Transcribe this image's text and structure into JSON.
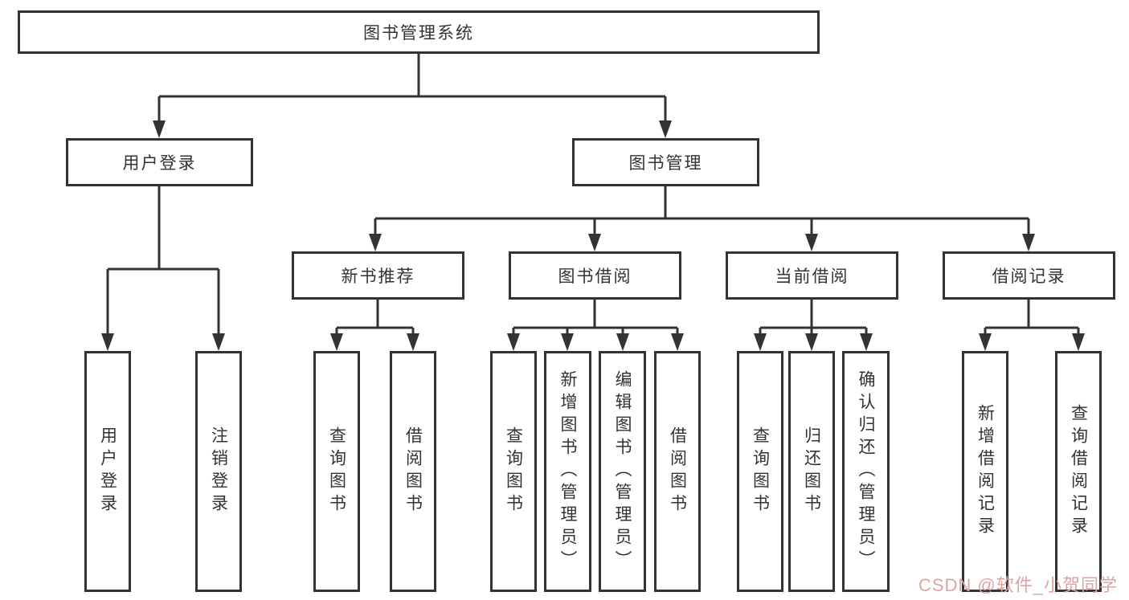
{
  "diagram": {
    "ink_color": "#333333",
    "root": {
      "label": "图书管理系统"
    },
    "level2": {
      "user_login": {
        "label": "用户登录",
        "leaves": [
          "用户登录",
          "注销登录"
        ]
      },
      "book_management": {
        "label": "图书管理"
      }
    },
    "level3": {
      "new_book_recommend": {
        "label": "新书推荐",
        "leaves": [
          "查询图书",
          "借阅图书"
        ]
      },
      "book_borrowing": {
        "label": "图书借阅",
        "leaves": [
          "查询图书",
          "新增图书（管理员）",
          "编辑图书（管理员）",
          "借阅图书"
        ]
      },
      "current_borrowing": {
        "label": "当前借阅",
        "leaves": [
          "查询图书",
          "归还图书",
          "确认归还（管理员）"
        ]
      },
      "borrowing_records": {
        "label": "借阅记录",
        "leaves": [
          "新增借阅记录",
          "查询借阅记录"
        ]
      }
    }
  },
  "watermark": {
    "text": "CSDN @软件_小贺同学",
    "color": "#dfa3a3"
  }
}
